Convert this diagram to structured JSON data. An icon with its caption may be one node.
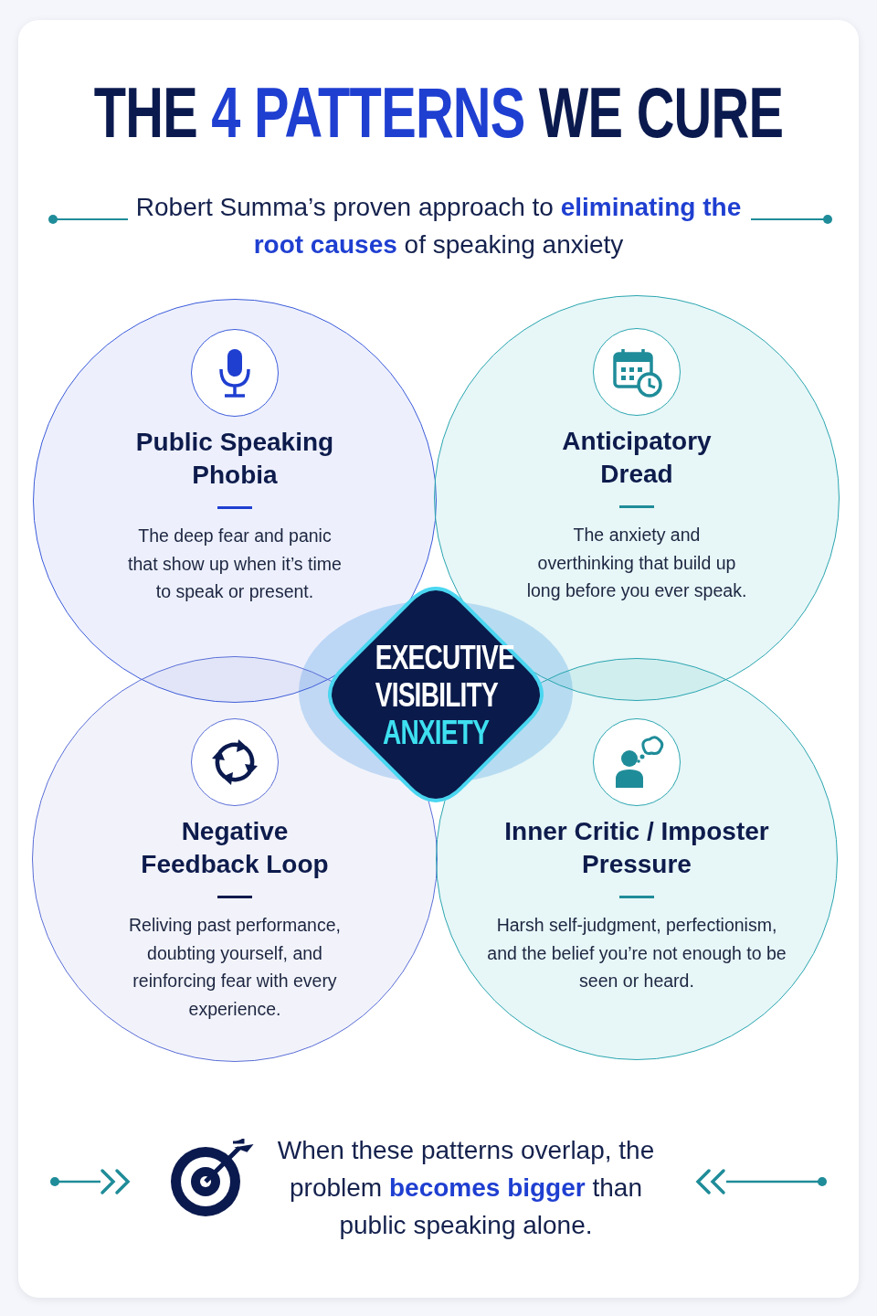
{
  "diagram": {
    "title": "THE **4 PATTERNS** WE CURE",
    "nodes": [
      {
        "text": [
          "Public Speaking Phobia",
          "The deep fear and panic that show up when it’s time to speak or present."
        ]
      },
      {
        "text": [
          "Anticipatory Dread",
          "The anxiety and overthinking that build up long before you ever speak."
        ]
      },
      {
        "text": [
          "Negative Feedback Loop",
          "Reliving past performance, doubting yourself, and reinforcing fear with every experience."
        ]
      },
      {
        "text": [
          "Inner Critic / Imposter Pressure",
          "Harsh self-judgment, perfectionism, and the belief you’re not enough to be seen or heard."
        ]
      },
      {
        "text": [
          "EXECUTIVE VISIBILITY **ANXIETY**"
        ]
      }
    ],
    "labels": [
      "Robert Summa’s proven approach to **eliminating the root causes** of speaking anxiety",
      "When these patterns overlap, the problem **becomes bigger** than public speaking alone."
    ]
  }
}
